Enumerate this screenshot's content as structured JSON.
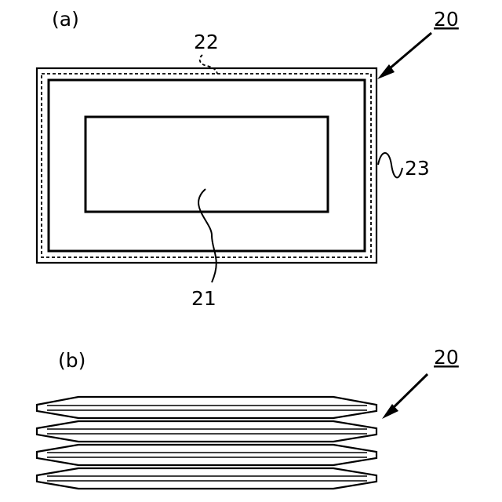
{
  "figure": {
    "panel_a": {
      "panel_label": "(a)",
      "ref_main": "20",
      "ref_outer_edge": "22",
      "ref_inner_area": "21",
      "ref_side": "23"
    },
    "panel_b": {
      "panel_label": "(b)",
      "ref_main": "20"
    }
  }
}
